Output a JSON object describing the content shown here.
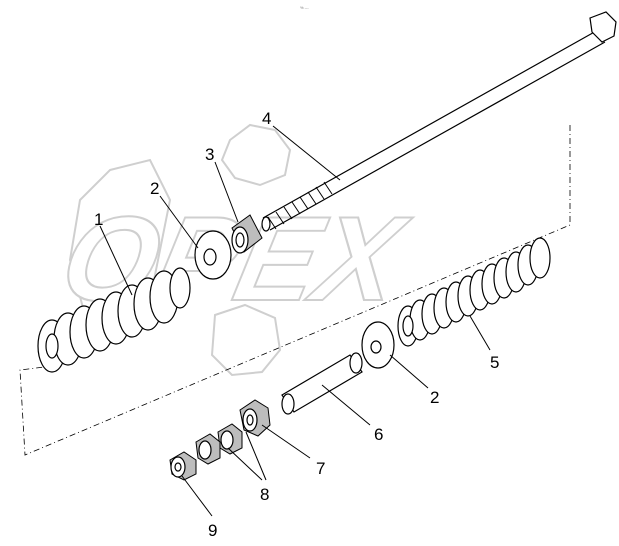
{
  "header": {
    "small_text": "% ---"
  },
  "watermark": {
    "text": "OPEX"
  },
  "callouts": [
    {
      "id": "c1",
      "label": "1"
    },
    {
      "id": "c2a",
      "label": "2"
    },
    {
      "id": "c3",
      "label": "3"
    },
    {
      "id": "c4",
      "label": "4"
    },
    {
      "id": "c5",
      "label": "5"
    },
    {
      "id": "c2b",
      "label": "2"
    },
    {
      "id": "c6",
      "label": "6"
    },
    {
      "id": "c7",
      "label": "7"
    },
    {
      "id": "c8",
      "label": "8"
    },
    {
      "id": "c9",
      "label": "9"
    }
  ],
  "colors": {
    "line": "#000000",
    "watermark_outline": "#cfcfcf",
    "part_shade": "#bdbdbd"
  }
}
